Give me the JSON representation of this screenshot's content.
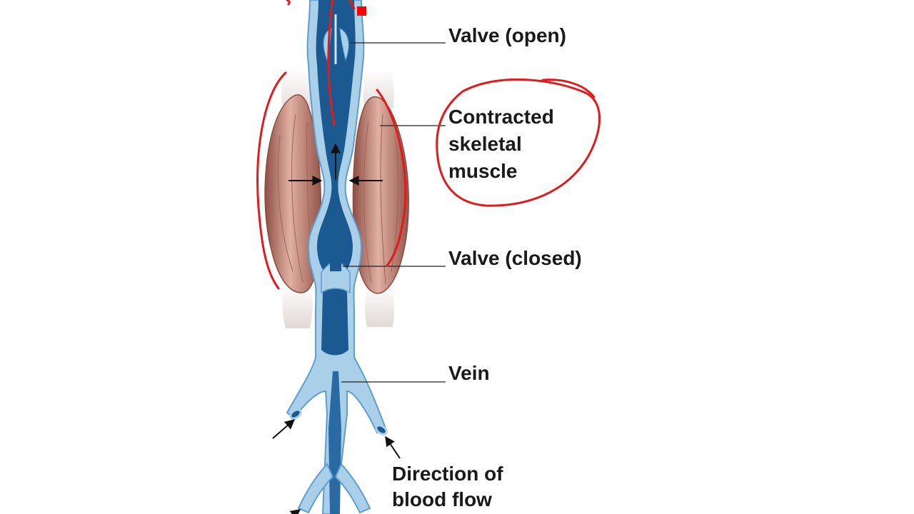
{
  "labels": {
    "valve_open": "Valve (open)",
    "contracted_muscle": "Contracted\nskeletal\nmuscle",
    "valve_closed": "Valve (closed)",
    "vein": "Vein",
    "direction_of_flow": "Direction of\nblood flow"
  },
  "colors": {
    "vein_dark": "#1b5a90",
    "vein_light": "#a9cfe9",
    "vein_edge": "#7fb3da",
    "muscle": "#b4766a",
    "muscle_light": "#e3b7a8",
    "annotation_ink": "#e11b1b",
    "leader_line": "#222222"
  }
}
